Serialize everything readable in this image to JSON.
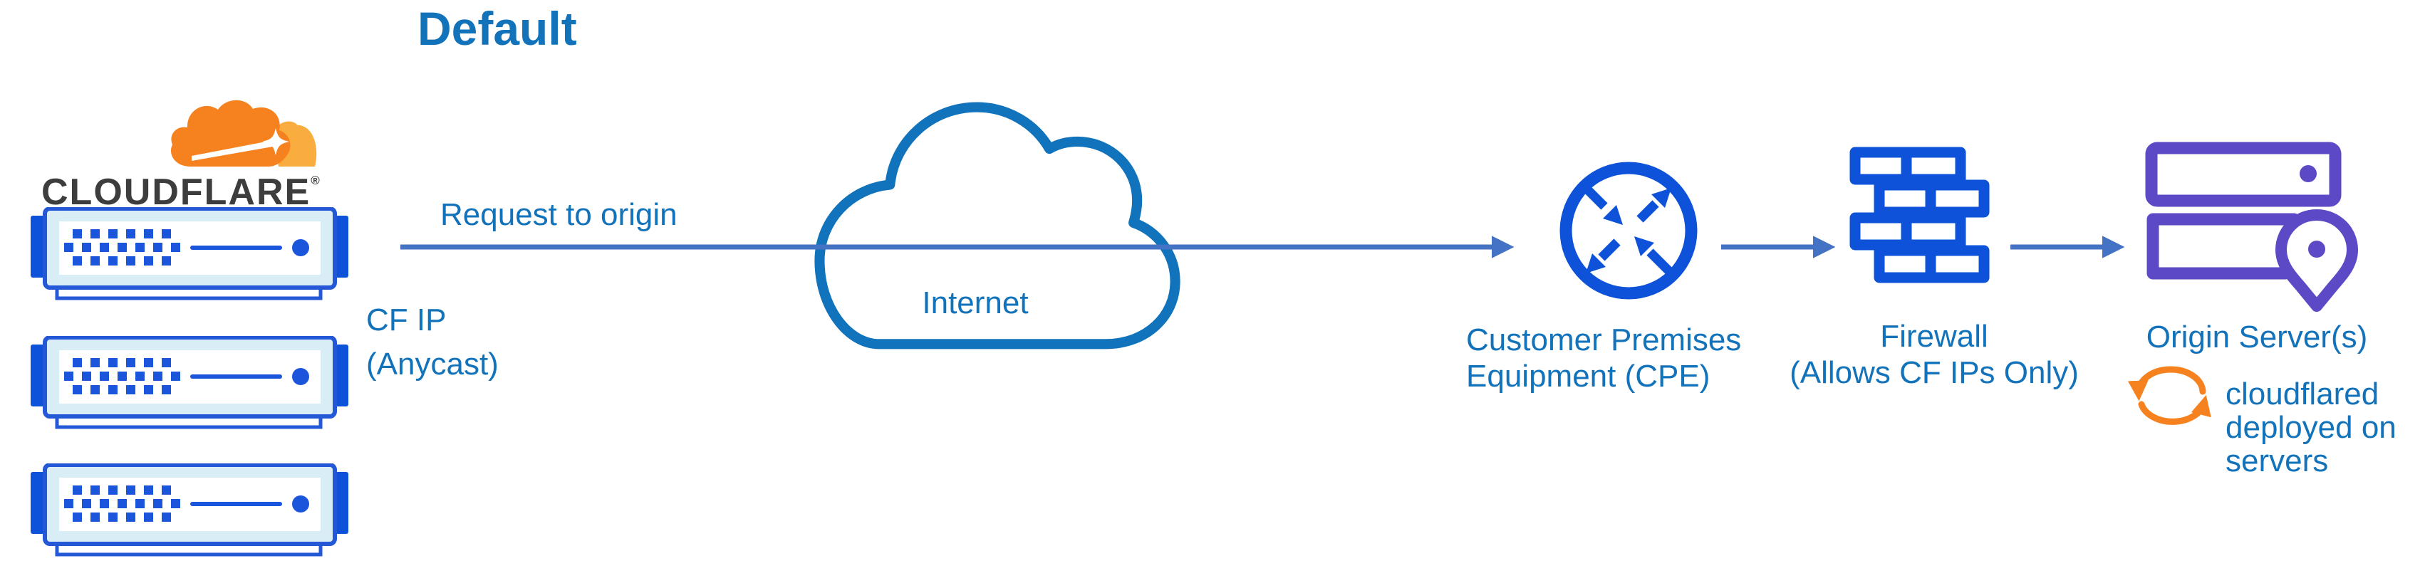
{
  "title": "Default",
  "brand": {
    "wordmark": "CLOUDFLARE",
    "registered": "®"
  },
  "flow": {
    "request_label": "Request to origin",
    "ip_label_line1": "CF IP",
    "ip_label_line2": "(Anycast)"
  },
  "nodes": {
    "internet": {
      "label": "Internet"
    },
    "cpe": {
      "label_line1": "Customer Premises",
      "label_line2": "Equipment (CPE)"
    },
    "firewall": {
      "label_line1": "Firewall",
      "label_line2": "(Allows CF IPs Only)"
    },
    "origin": {
      "label": "Origin Server(s)",
      "note_line1": "cloudflared",
      "note_line2": "deployed on",
      "note_line3": "servers"
    }
  },
  "icons": [
    "cloudflare-logo-icon",
    "cloudflare-server-icon",
    "internet-cloud-icon",
    "cpe-router-icon",
    "firewall-brick-icon",
    "origin-servers-icon",
    "cloudflared-sync-icon",
    "flow-arrow"
  ],
  "colors": {
    "label_blue": "#1272BA",
    "icon_blue": "#0D52D9",
    "arrow_blue": "#4472C4",
    "origin_purple": "#5C49C5",
    "cloudflare_orange": "#F6821F",
    "cloudflare_orange_light": "#FAAD3F",
    "server_fill": "#D8EDF6",
    "wordmark_dark": "#3D3D3D"
  }
}
